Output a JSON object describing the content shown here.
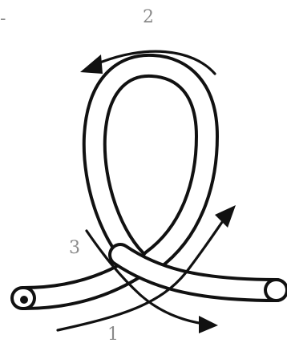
{
  "labels": {
    "step1": "1",
    "step2": "2",
    "step3": "3",
    "edge_mark": "-"
  },
  "colors": {
    "rope_outline": "#111111",
    "rope_fill": "#ffffff",
    "label": "#8a8a8a",
    "arrow": "#111111"
  },
  "icons": {
    "rope_end": "rope-end-dot-icon"
  }
}
